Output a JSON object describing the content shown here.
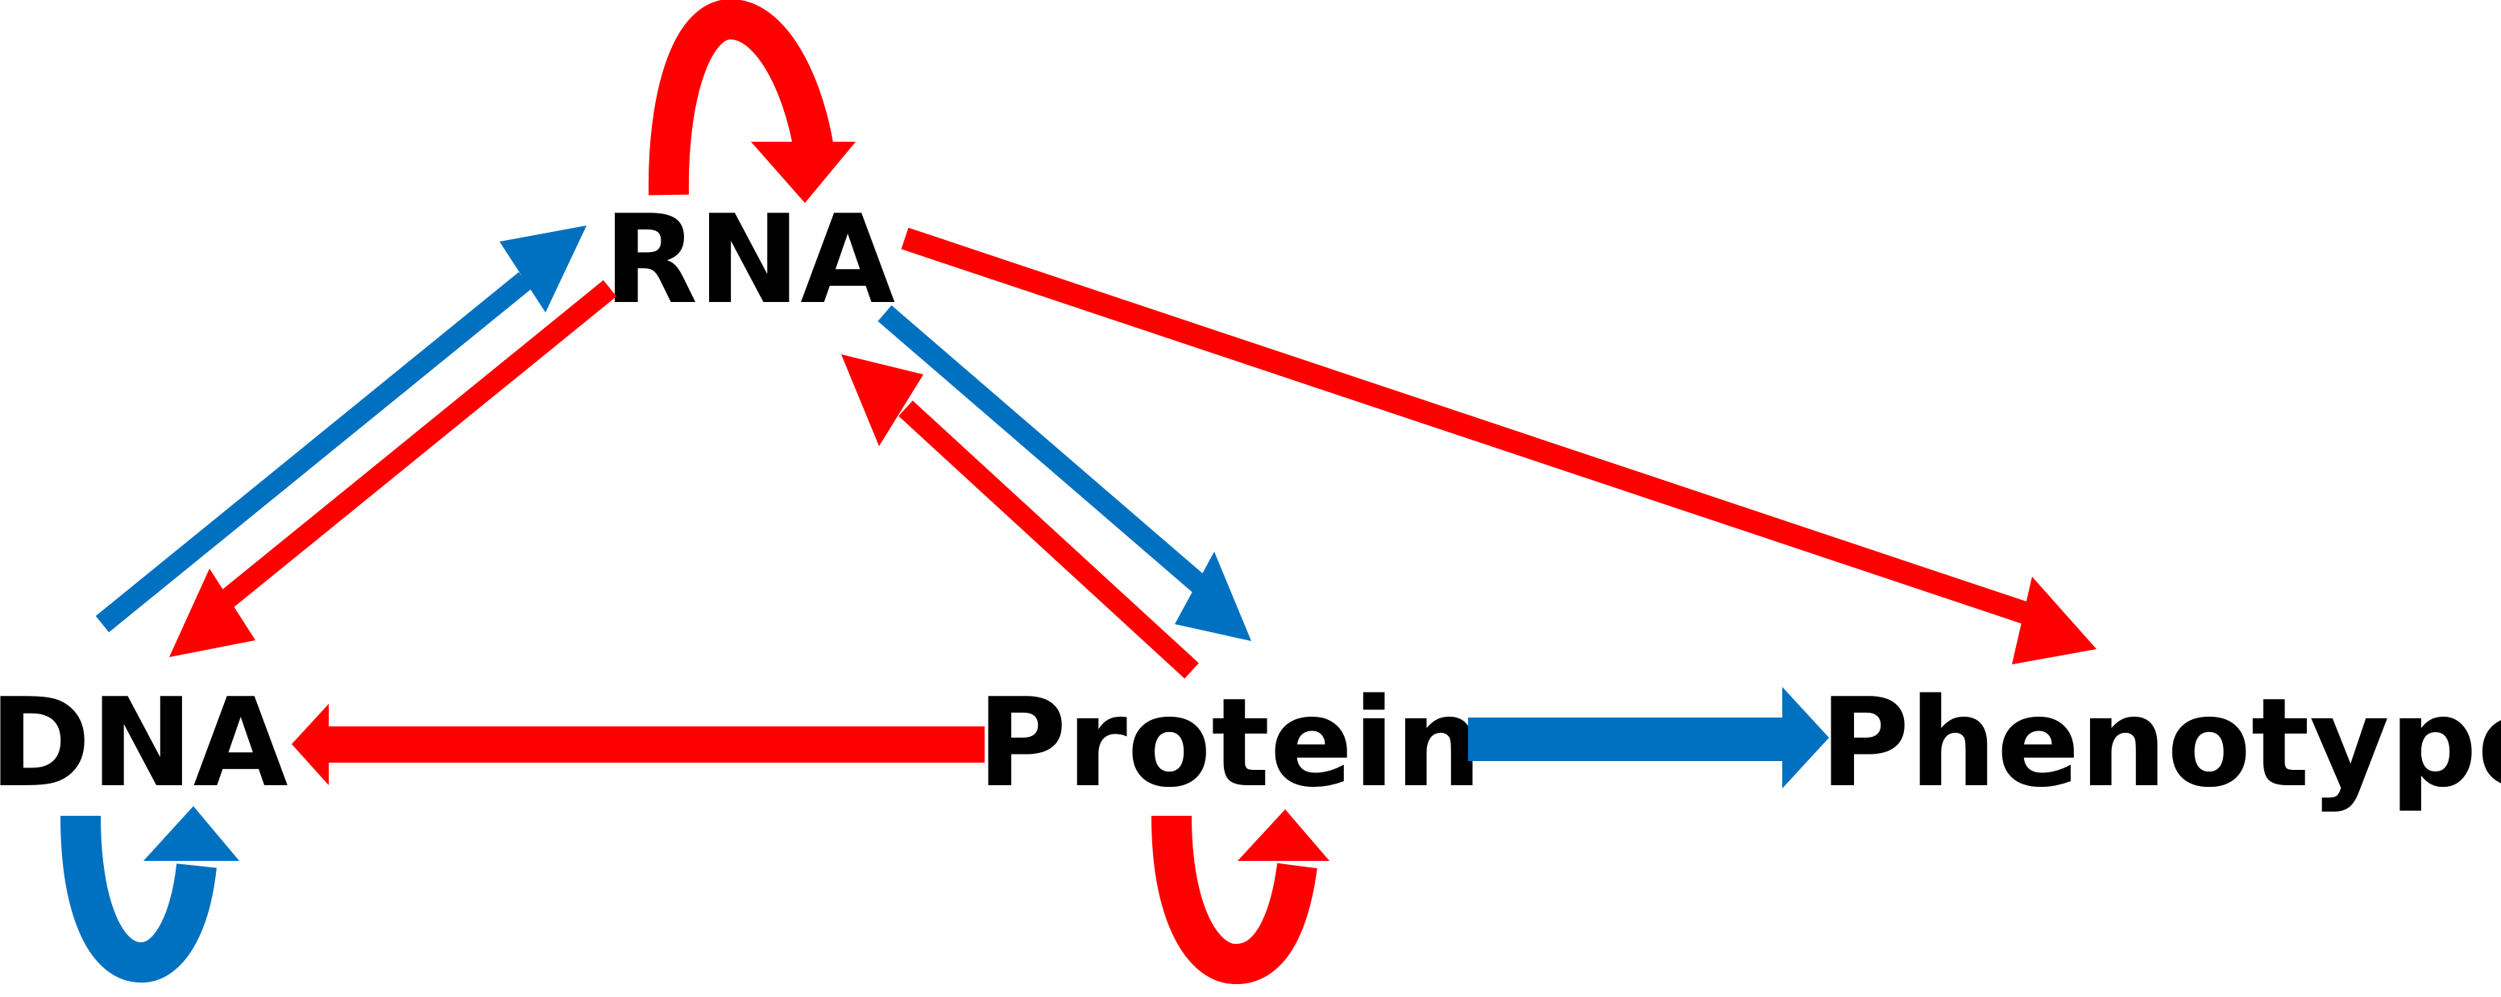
{
  "nodes": {
    "rna": "RNA",
    "dna": "DNA",
    "protein": "Protein",
    "phenotype": "Phenotype"
  },
  "colors": {
    "red": "#ff0000",
    "blue": "#0070c0",
    "text": "#000000"
  },
  "edges": [
    {
      "from": "DNA",
      "to": "RNA",
      "color": "blue"
    },
    {
      "from": "RNA",
      "to": "DNA",
      "color": "red"
    },
    {
      "from": "RNA",
      "to": "Protein",
      "color": "blue"
    },
    {
      "from": "Protein",
      "to": "RNA",
      "color": "red"
    },
    {
      "from": "RNA",
      "to": "Phenotype",
      "color": "red"
    },
    {
      "from": "Protein",
      "to": "DNA",
      "color": "red"
    },
    {
      "from": "Protein",
      "to": "Phenotype",
      "color": "blue"
    },
    {
      "from": "RNA",
      "to": "RNA",
      "color": "red"
    },
    {
      "from": "DNA",
      "to": "DNA",
      "color": "blue"
    },
    {
      "from": "Protein",
      "to": "Protein",
      "color": "red"
    }
  ]
}
